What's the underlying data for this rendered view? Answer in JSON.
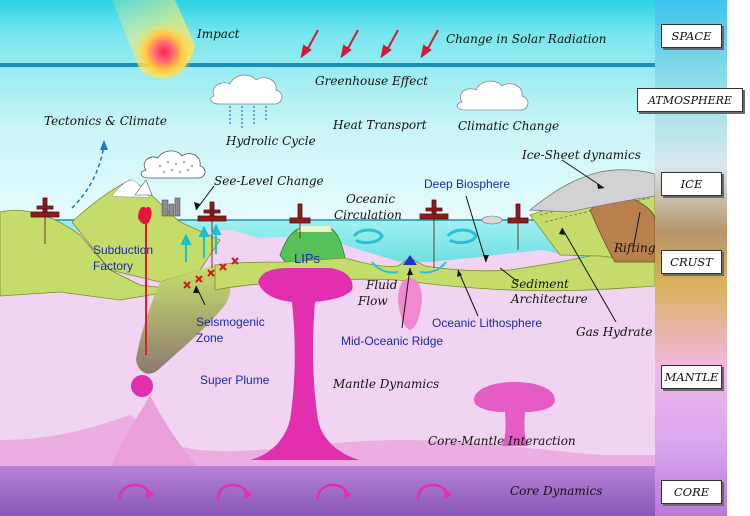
{
  "layers": {
    "space": "SPACE",
    "atmosphere": "ATMOSPHERE",
    "ice": "ICE",
    "crust": "CRUST",
    "mantle": "MANTLE",
    "core": "CORE"
  },
  "labels": {
    "impact": "Impact",
    "solar_radiation": "Change in Solar Radiation",
    "greenhouse": "Greenhouse Effect",
    "tectonics_climate": "Tectonics & Climate",
    "hydrologic_cycle": "Hydrolic Cycle",
    "heat_transport": "Heat Transport",
    "climatic_change": "Climatic Change",
    "ice_sheet": "Ice-Sheet dynamics",
    "sea_level": "See-Level Change",
    "oceanic_circulation_1": "Oceanic",
    "oceanic_circulation_2": "Circulation",
    "deep_biosphere": "Deep Biosphere",
    "subduction_1": "Subduction",
    "subduction_2": "Factory",
    "lips": "LIPs",
    "rifting": "Rifting",
    "sediment_1": "Sediment",
    "sediment_2": "Architecture",
    "fluid_flow_1": "Fluid",
    "fluid_flow_2": "Flow",
    "oceanic_lithosphere": "Oceanic Lithosphere",
    "gas_hydrate": "Gas Hydrate",
    "seismogenic_1": "Seismogenic",
    "seismogenic_2": "Zone",
    "mid_ocean_ridge": "Mid-Oceanic Ridge",
    "super_plume": "Super Plume",
    "mantle_dynamics": "Mantle Dynamics",
    "core_mantle": "Core-Mantle Interaction",
    "core_dynamics": "Core Dynamics"
  },
  "colors": {
    "space_sky": "#2fd6e6",
    "atmosphere_line": "#1b8fb5",
    "land_green": "#c4dd6a",
    "ocean": "#7fe9e9",
    "mantle": "#f1d2f0",
    "plume": "#e12fb0",
    "core": "#9a62c2",
    "sidebar_top": "#3ec3ee",
    "sidebar_bottom": "#b87ad6"
  }
}
